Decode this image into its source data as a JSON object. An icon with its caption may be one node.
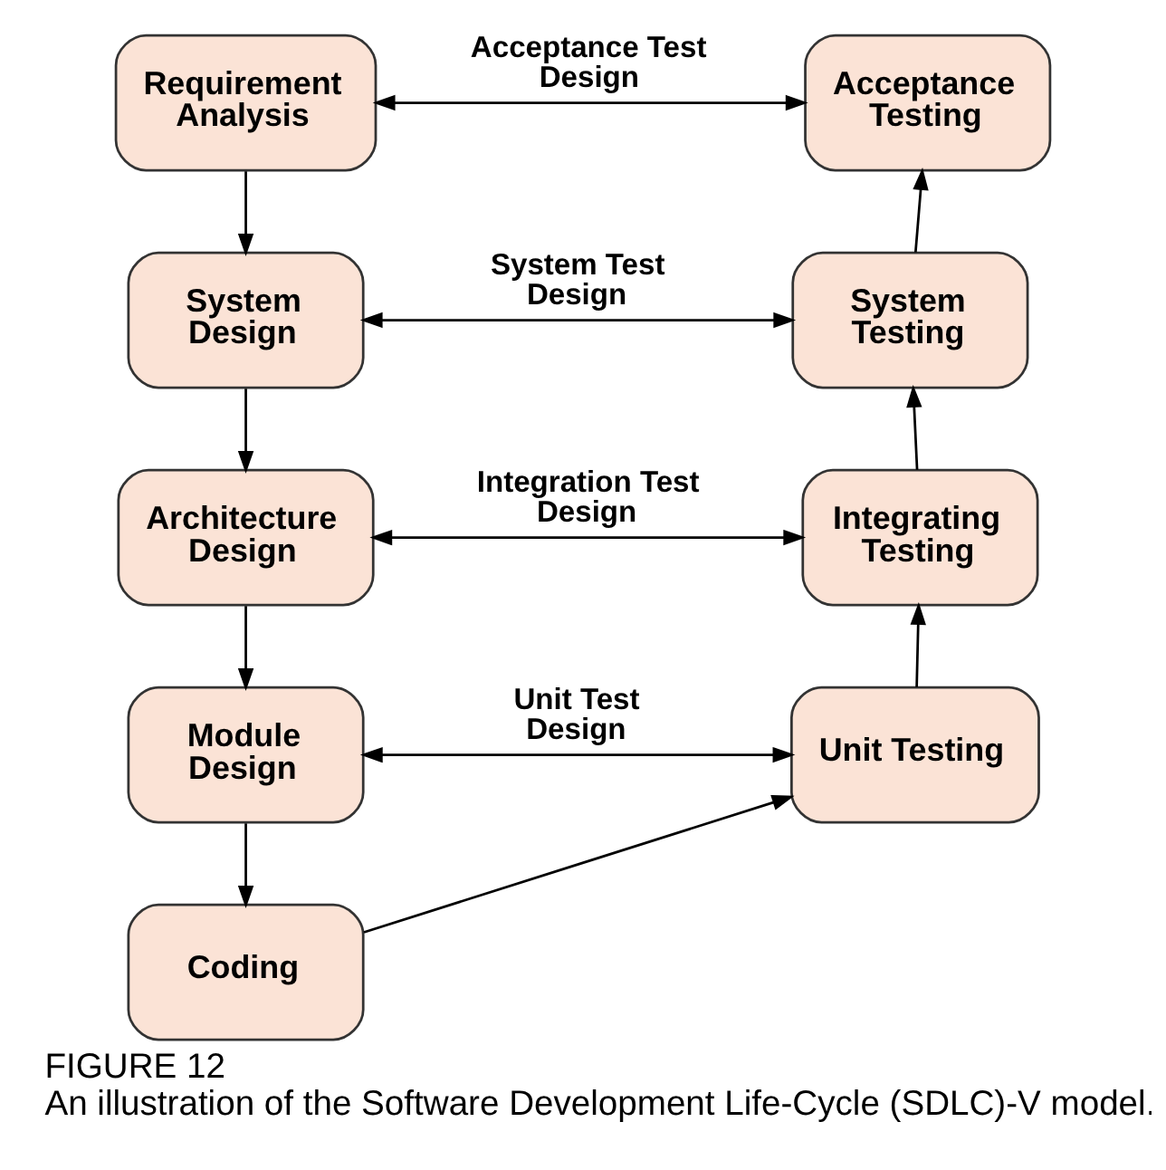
{
  "diagram": {
    "title": "FIGURE 12",
    "caption": "An illustration of the Software Development Life-Cycle (SDLC)-V model.",
    "nodes": [
      {
        "text": [
          "Requirement Analysis"
        ]
      },
      {
        "text": [
          "Acceptance Testing"
        ]
      },
      {
        "text": [
          "System Design"
        ]
      },
      {
        "text": [
          "System Testing"
        ]
      },
      {
        "text": [
          "Architecture Design"
        ]
      },
      {
        "text": [
          "Integrating Testing"
        ]
      },
      {
        "text": [
          "Module Design"
        ]
      },
      {
        "text": [
          "Unit Testing"
        ]
      },
      {
        "text": [
          "Coding"
        ]
      }
    ],
    "edges": [
      {
        "from": 0,
        "to": 1,
        "arrow": "both",
        "label": "Acceptance Test Design"
      },
      {
        "from": 0,
        "to": 2,
        "arrow": "to"
      },
      {
        "from": 2,
        "to": 3,
        "arrow": "both",
        "label": "System Test Design"
      },
      {
        "from": 3,
        "to": 1,
        "arrow": "to"
      },
      {
        "from": 2,
        "to": 4,
        "arrow": "to"
      },
      {
        "from": 4,
        "to": 5,
        "arrow": "both",
        "label": "Integration Test Design"
      },
      {
        "from": 5,
        "to": 3,
        "arrow": "to"
      },
      {
        "from": 4,
        "to": 6,
        "arrow": "to"
      },
      {
        "from": 6,
        "to": 7,
        "arrow": "both",
        "label": "Unit Test Design"
      },
      {
        "from": 7,
        "to": 5,
        "arrow": "to"
      },
      {
        "from": 6,
        "to": 8,
        "arrow": "to"
      },
      {
        "from": 8,
        "to": 7,
        "arrow": "to"
      }
    ]
  }
}
